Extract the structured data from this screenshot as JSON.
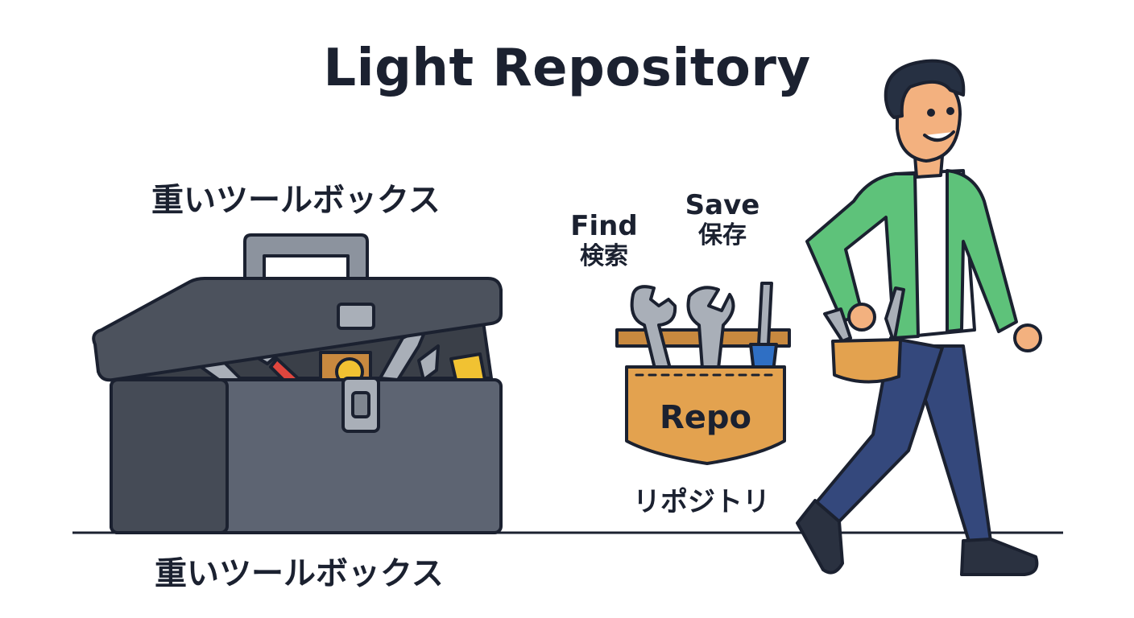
{
  "title": "Light Repository",
  "heavy_toolbox": {
    "label_top": "重いツールボックス",
    "label_bottom": "重いツールボックス"
  },
  "tool_pouch": {
    "find_en": "Find",
    "find_jp": "検索",
    "save_en": "Save",
    "save_jp": "保存",
    "pocket_label": "Repo",
    "caption": "リポジトリ"
  },
  "colors": {
    "toolbox_body": "#5d6472",
    "toolbox_dark": "#454b56",
    "pouch": "#e3a24f",
    "shirt": "#5ec27a",
    "pants": "#34487c",
    "outline": "#1b2130"
  },
  "icons": [
    "toolbox-icon",
    "wrench-icon",
    "screwdriver-icon",
    "hammer-icon",
    "pliers-icon",
    "tool-pouch-icon",
    "walking-person-icon"
  ]
}
